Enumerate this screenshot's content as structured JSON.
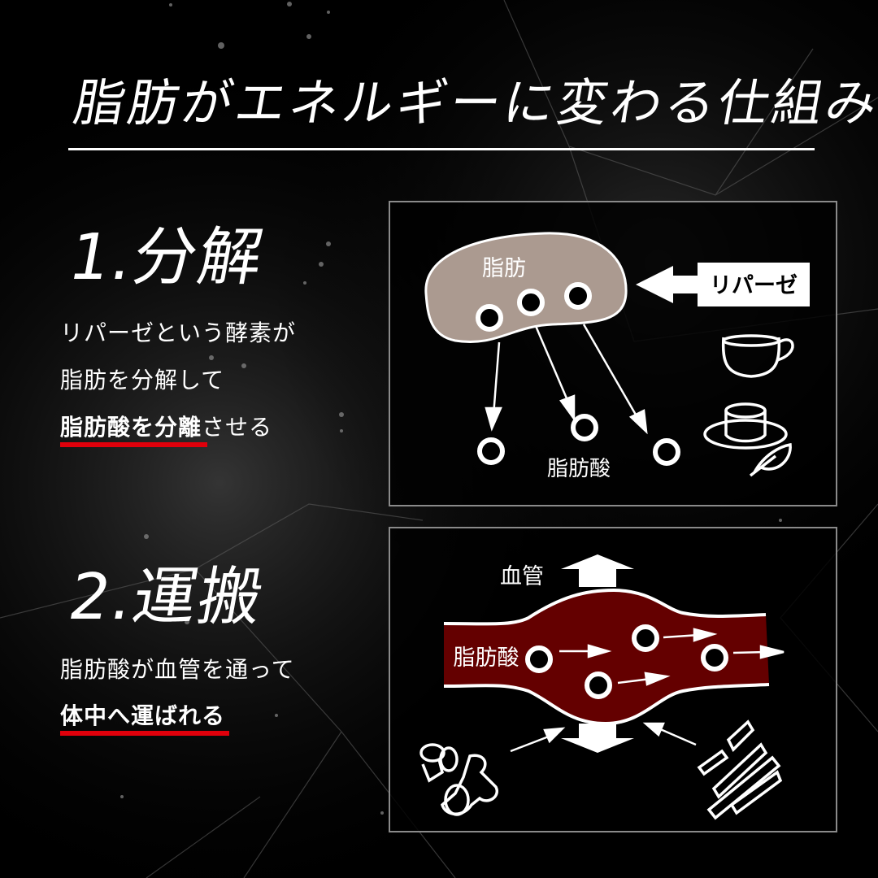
{
  "title": "脂肪がエネルギーに変わる仕組み",
  "colors": {
    "background": "#000000",
    "accent_underline": "#e0000b",
    "fat_blob": "#ab9a90",
    "blood_vessel": "#640000",
    "panel_border": "#8a8a8a",
    "text": "#ffffff"
  },
  "step1": {
    "heading": "1.分解",
    "lines": [
      "リパーゼという酵素が",
      "脂肪を分解して"
    ],
    "highlight": "脂肪酸を分離",
    "highlight_suffix": "させる",
    "diagram": {
      "fat_label": "脂肪",
      "enzyme_label": "リパーゼ",
      "fatty_acid_label": "脂肪酸",
      "icons": [
        "coffee-cup-icon",
        "tea-cup-saucer-icon",
        "leaf-icon"
      ]
    }
  },
  "step2": {
    "heading": "2.運搬",
    "lines": [
      "脂肪酸が血管を通って"
    ],
    "highlight": "体中へ運ばれる",
    "diagram": {
      "vessel_label": "血管",
      "fatty_acid_label": "脂肪酸",
      "icons": [
        "bone-joint-icon",
        "muscle-fiber-icon"
      ]
    }
  }
}
